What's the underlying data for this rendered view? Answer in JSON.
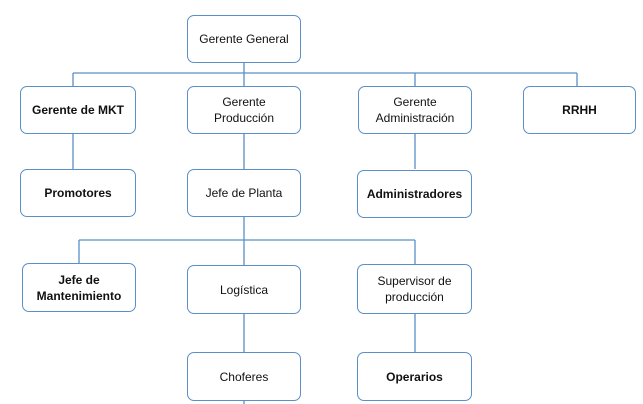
{
  "title": "",
  "colors": {
    "line": "#5b8fc7",
    "box_border": "#5b8fc7",
    "box_fill": "#ffffff",
    "text": "#111111"
  },
  "nodes": {
    "gerente_general": "Gerente General",
    "gerente_mkt": "Gerente de MKT",
    "gerente_produccion": "Gerente\nProducción",
    "gerente_administracion": "Gerente\nAdministración",
    "rrhh": "RRHH",
    "promotores": "Promotores",
    "jefe_planta": "Jefe de Planta",
    "administradores": "Administradores",
    "jefe_mantenimiento": "Jefe de\nMantenimiento",
    "logistica": "Logística",
    "supervisor_produccion": "Supervisor de\nproducción",
    "choferes": "Choferes",
    "operarios": "Operarios"
  },
  "edges": [
    [
      "gerente_general",
      "gerente_mkt"
    ],
    [
      "gerente_general",
      "gerente_produccion"
    ],
    [
      "gerente_general",
      "gerente_administracion"
    ],
    [
      "gerente_general",
      "rrhh"
    ],
    [
      "gerente_mkt",
      "promotores"
    ],
    [
      "gerente_produccion",
      "jefe_planta"
    ],
    [
      "gerente_administracion",
      "administradores"
    ],
    [
      "jefe_planta",
      "jefe_mantenimiento"
    ],
    [
      "jefe_planta",
      "logistica"
    ],
    [
      "jefe_planta",
      "supervisor_produccion"
    ],
    [
      "logistica",
      "choferes"
    ],
    [
      "supervisor_produccion",
      "operarios"
    ]
  ]
}
